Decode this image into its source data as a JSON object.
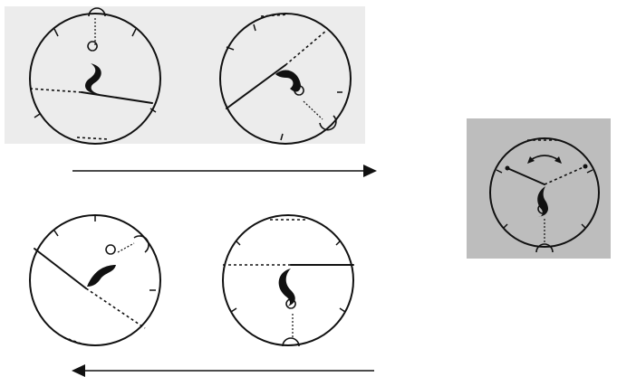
{
  "colors": {
    "top_panel_background": "#ececec",
    "side_panel_background": "#bdbdbd",
    "ink": "#111111"
  },
  "flow": [
    {
      "name": "top-arrow",
      "direction": "right"
    },
    {
      "name": "bottom-arrow",
      "direction": "left"
    }
  ],
  "diagrams": [
    {
      "id": "dish-1",
      "panel": "top",
      "bar_angle_deg": 8
    },
    {
      "id": "dish-2",
      "panel": "top",
      "bar_angle_deg": -36
    },
    {
      "id": "dish-3",
      "panel": "bottom",
      "bar_angle_deg": 36
    },
    {
      "id": "dish-4",
      "panel": "bottom",
      "bar_angle_deg": 0
    },
    {
      "id": "dish-5",
      "panel": "side",
      "bar_angle_deg": 0,
      "has_rotation_arrow": true
    }
  ]
}
